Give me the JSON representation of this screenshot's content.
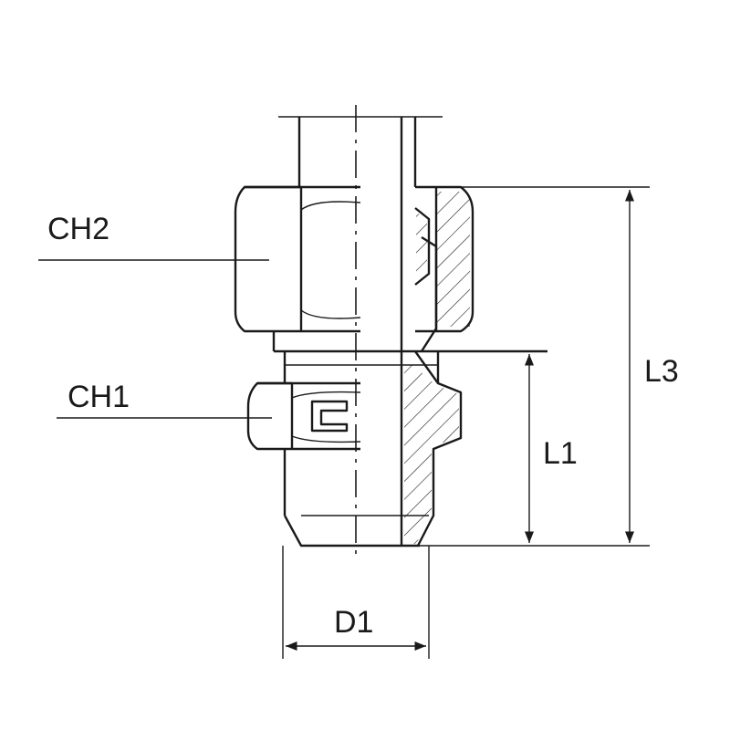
{
  "labels": {
    "ch2": "CH2",
    "ch1": "CH1",
    "d1": "D1",
    "l1": "L1",
    "l3": "L3"
  },
  "colors": {
    "line": "#1a1a1a",
    "background": "#ffffff"
  }
}
